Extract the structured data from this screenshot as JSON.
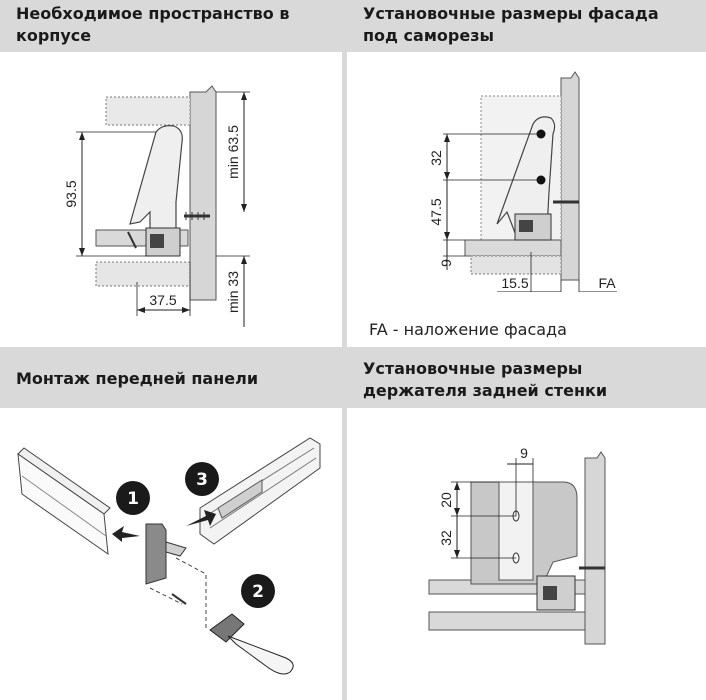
{
  "sections": {
    "top_left": {
      "title_lines": [
        "Необходимое пространство в",
        "корпусе"
      ],
      "dims": {
        "height": "93.5",
        "min_top": "min 63.5",
        "min_bottom": "min 33",
        "width": "37.5"
      }
    },
    "top_right": {
      "title_lines": [
        "Установочные размеры фасада",
        "под саморезы"
      ],
      "dims": {
        "d32": "32",
        "d475": "47.5",
        "d9": "9",
        "d155": "15.5",
        "fa": "FA"
      },
      "note": "FA - наложение фасада"
    },
    "bottom_left": {
      "title_lines": [
        "Монтаж передней панели"
      ],
      "steps": [
        "1",
        "2",
        "3"
      ]
    },
    "bottom_right": {
      "title_lines": [
        "Установочные размеры",
        "держателя задней стенки"
      ],
      "dims": {
        "d9": "9",
        "d20": "20",
        "d32": "32"
      }
    }
  },
  "colors": {
    "header_bg": "#d9d9d9",
    "divider": "#d9d9d9",
    "part_gray": "#cfcfcf",
    "panel_gray": "#d6d6d6",
    "ink": "#1a1a1a"
  }
}
